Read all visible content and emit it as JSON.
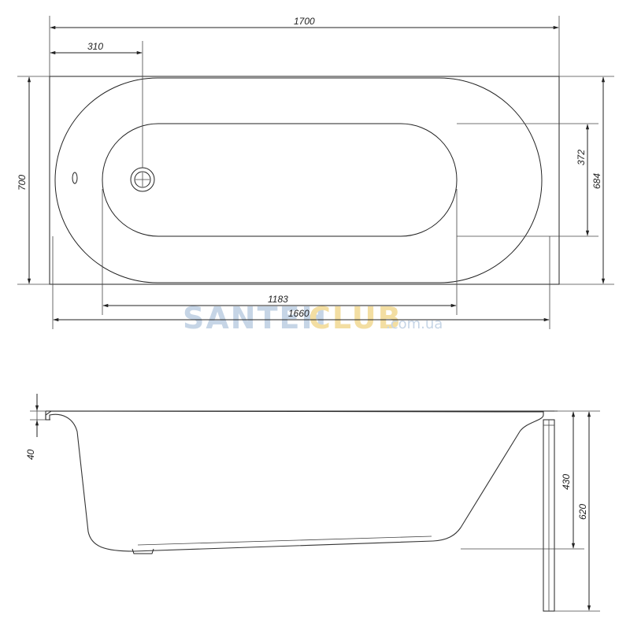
{
  "dimensions": {
    "total_length": "1700",
    "drain_offset": "310",
    "total_width": "700",
    "inner_width": "372",
    "outer_width": "684",
    "inner_length": "1183",
    "outer_length": "1660",
    "rim_thickness": "40",
    "depth": "430",
    "height": "620"
  },
  "watermark": {
    "part1": "SANTEH",
    "part2": "CLUB",
    "domain": ".com.ua",
    "color_primary": "#c6d5e6",
    "color_accent": "#f3dea2"
  }
}
